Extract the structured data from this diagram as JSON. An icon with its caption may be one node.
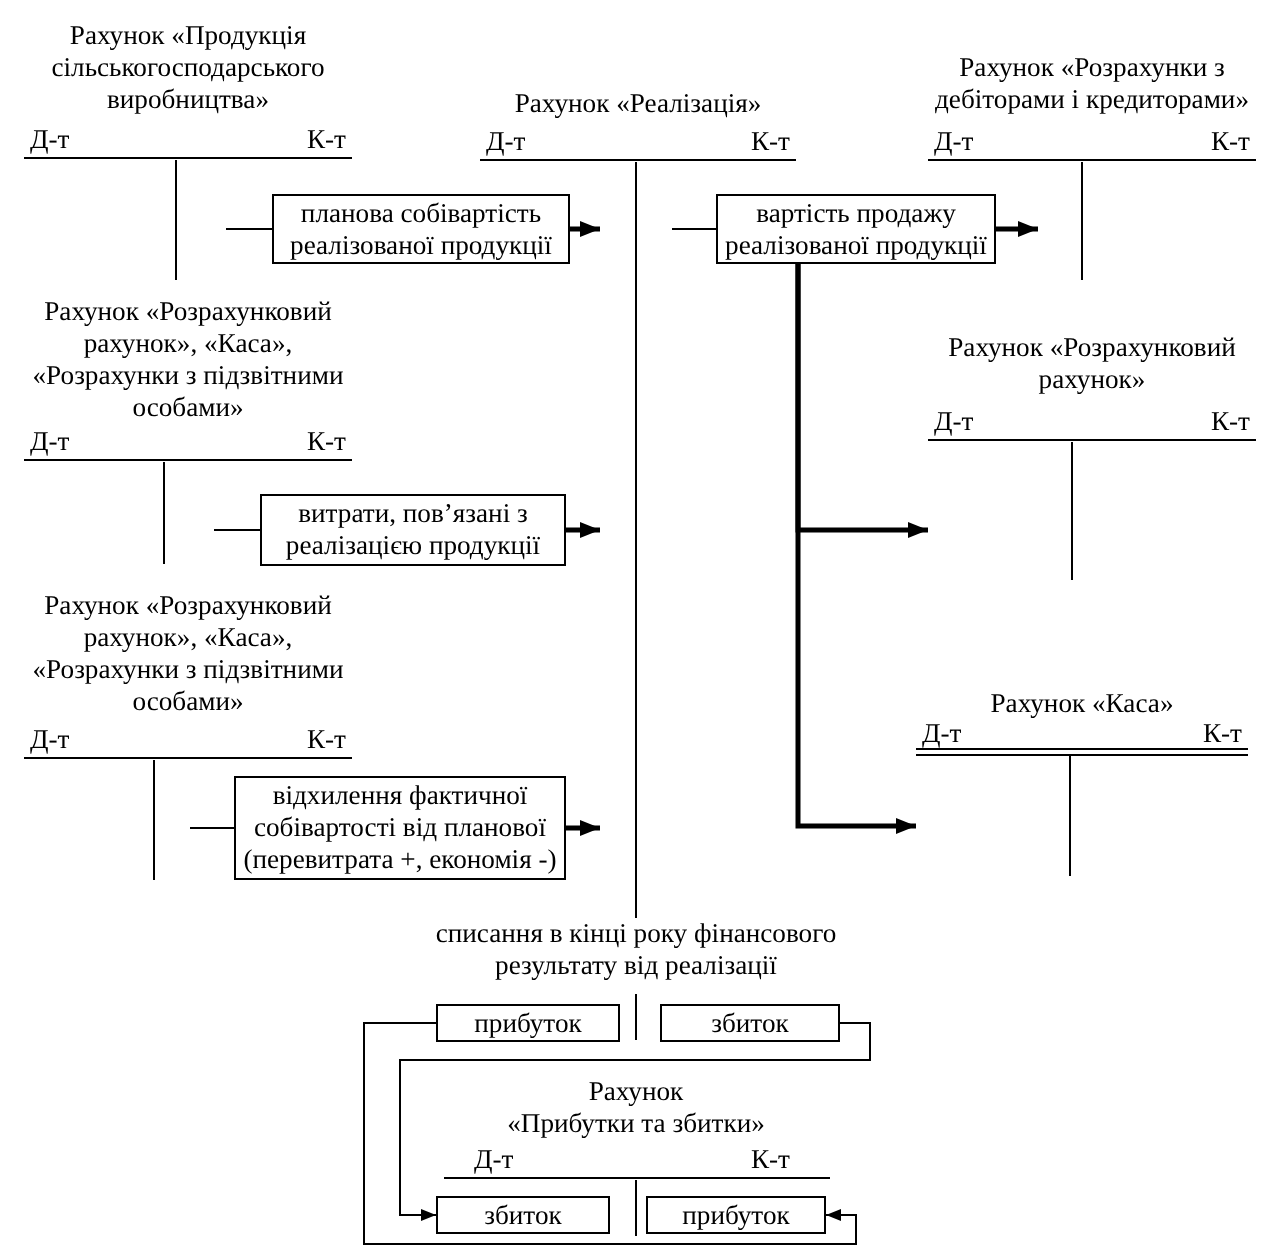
{
  "diagram": {
    "nodes": [
      {
        "text": [
          "Рахунок «Продукція сільськогосподарського виробництва»",
          "Д-т",
          "К-т"
        ]
      },
      {
        "text": [
          "Рахунок «Реалізація»",
          "Д-т",
          "К-т"
        ]
      },
      {
        "text": [
          "Рахунок «Розрахунки з дебіторами і кредиторами»",
          "Д-т",
          "К-т"
        ]
      },
      {
        "text": [
          "планова собівартість реалізованої продукції"
        ]
      },
      {
        "text": [
          "вартість продажу реалізованої продукції"
        ]
      },
      {
        "text": [
          "Рахунок «Розрахунковий рахунок», «Каса», «Розрахунки з підзвітними особами»",
          "Д-т",
          "К-т"
        ]
      },
      {
        "text": [
          "Рахунок «Розрахунковий рахунок»",
          "Д-т",
          "К-т"
        ]
      },
      {
        "text": [
          "витрати, пов’язані з реалізацією продукції"
        ]
      },
      {
        "text": [
          "Рахунок «Розрахунковий рахунок», «Каса», «Розрахунки з підзвітними особами»",
          "Д-т",
          "К-т"
        ]
      },
      {
        "text": [
          "Рахунок «Каса»",
          "Д-т",
          "К-т"
        ]
      },
      {
        "text": [
          "відхилення фактичної собівартості від планової (перевитрата +, економія -)"
        ]
      },
      {
        "text": [
          "списання в кінці року фінансового результату від реалізації"
        ]
      },
      {
        "text": [
          "прибуток"
        ]
      },
      {
        "text": [
          "збиток"
        ]
      },
      {
        "text": [
          "Рахунок «Прибутки та збитки»",
          "Д-т",
          "К-т"
        ]
      },
      {
        "text": [
          "збиток"
        ],
        "in": 14
      },
      {
        "text": [
          "прибуток"
        ],
        "in": 14
      }
    ],
    "edges": [
      {
        "from": 0,
        "to": 3,
        "arrow": "none"
      },
      {
        "from": 3,
        "to": 1,
        "arrow": "to",
        "style": "thick"
      },
      {
        "from": 1,
        "to": 4,
        "arrow": "none"
      },
      {
        "from": 4,
        "to": 2,
        "arrow": "to",
        "style": "thick"
      },
      {
        "from": 5,
        "to": 7,
        "arrow": "none"
      },
      {
        "from": 7,
        "to": 1,
        "arrow": "to",
        "style": "thick"
      },
      {
        "from": 4,
        "to": 6,
        "arrow": "to",
        "style": "thick"
      },
      {
        "from": 8,
        "to": 10,
        "arrow": "none"
      },
      {
        "from": 10,
        "to": 1,
        "arrow": "to",
        "style": "thick"
      },
      {
        "from": 4,
        "to": 9,
        "arrow": "to",
        "style": "thick"
      },
      {
        "from": 1,
        "to": 11,
        "arrow": "none"
      },
      {
        "from": 12,
        "to": 16,
        "arrow": "to"
      },
      {
        "from": 13,
        "to": 15,
        "arrow": "to"
      }
    ]
  }
}
